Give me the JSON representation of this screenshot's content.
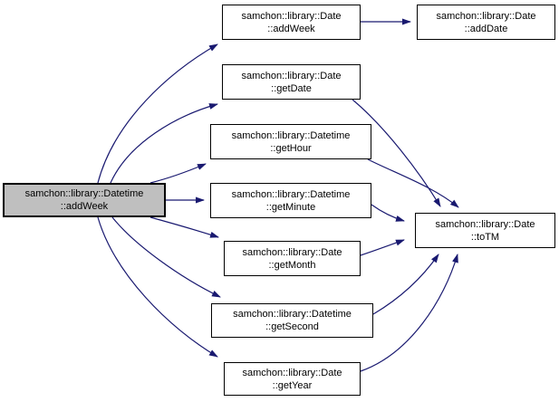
{
  "diagram": {
    "type": "call-graph",
    "root_function": "samchon::library::Datetime::addWeek",
    "colors": {
      "background": "#ffffff",
      "edge": "#191970",
      "node_border": "#000000",
      "node_fill": "#ffffff",
      "highlight_fill": "#bfbfbf",
      "text": "#000000"
    },
    "nodes": {
      "datetime_addweek": {
        "label": "samchon::library::Datetime\n::addWeek",
        "highlighted": true
      },
      "date_addweek": {
        "label": "samchon::library::Date\n::addWeek",
        "highlighted": false
      },
      "date_adddate": {
        "label": "samchon::library::Date\n::addDate",
        "highlighted": false
      },
      "date_getdate": {
        "label": "samchon::library::Date\n::getDate",
        "highlighted": false
      },
      "datetime_gethour": {
        "label": "samchon::library::Datetime\n::getHour",
        "highlighted": false
      },
      "datetime_getminute": {
        "label": "samchon::library::Datetime\n::getMinute",
        "highlighted": false
      },
      "date_getmonth": {
        "label": "samchon::library::Date\n::getMonth",
        "highlighted": false
      },
      "datetime_getsecond": {
        "label": "samchon::library::Datetime\n::getSecond",
        "highlighted": false
      },
      "date_getyear": {
        "label": "samchon::library::Date\n::getYear",
        "highlighted": false
      },
      "date_totm": {
        "label": "samchon::library::Date\n::toTM",
        "highlighted": false
      }
    },
    "edges": [
      {
        "from": "datetime_addweek",
        "to": "date_addweek"
      },
      {
        "from": "datetime_addweek",
        "to": "date_getdate"
      },
      {
        "from": "datetime_addweek",
        "to": "datetime_gethour"
      },
      {
        "from": "datetime_addweek",
        "to": "datetime_getminute"
      },
      {
        "from": "datetime_addweek",
        "to": "date_getmonth"
      },
      {
        "from": "datetime_addweek",
        "to": "datetime_getsecond"
      },
      {
        "from": "datetime_addweek",
        "to": "date_getyear"
      },
      {
        "from": "date_addweek",
        "to": "date_adddate"
      },
      {
        "from": "date_getdate",
        "to": "date_totm"
      },
      {
        "from": "datetime_gethour",
        "to": "date_totm"
      },
      {
        "from": "datetime_getminute",
        "to": "date_totm"
      },
      {
        "from": "date_getmonth",
        "to": "date_totm"
      },
      {
        "from": "datetime_getsecond",
        "to": "date_totm"
      },
      {
        "from": "date_getyear",
        "to": "date_totm"
      }
    ]
  }
}
